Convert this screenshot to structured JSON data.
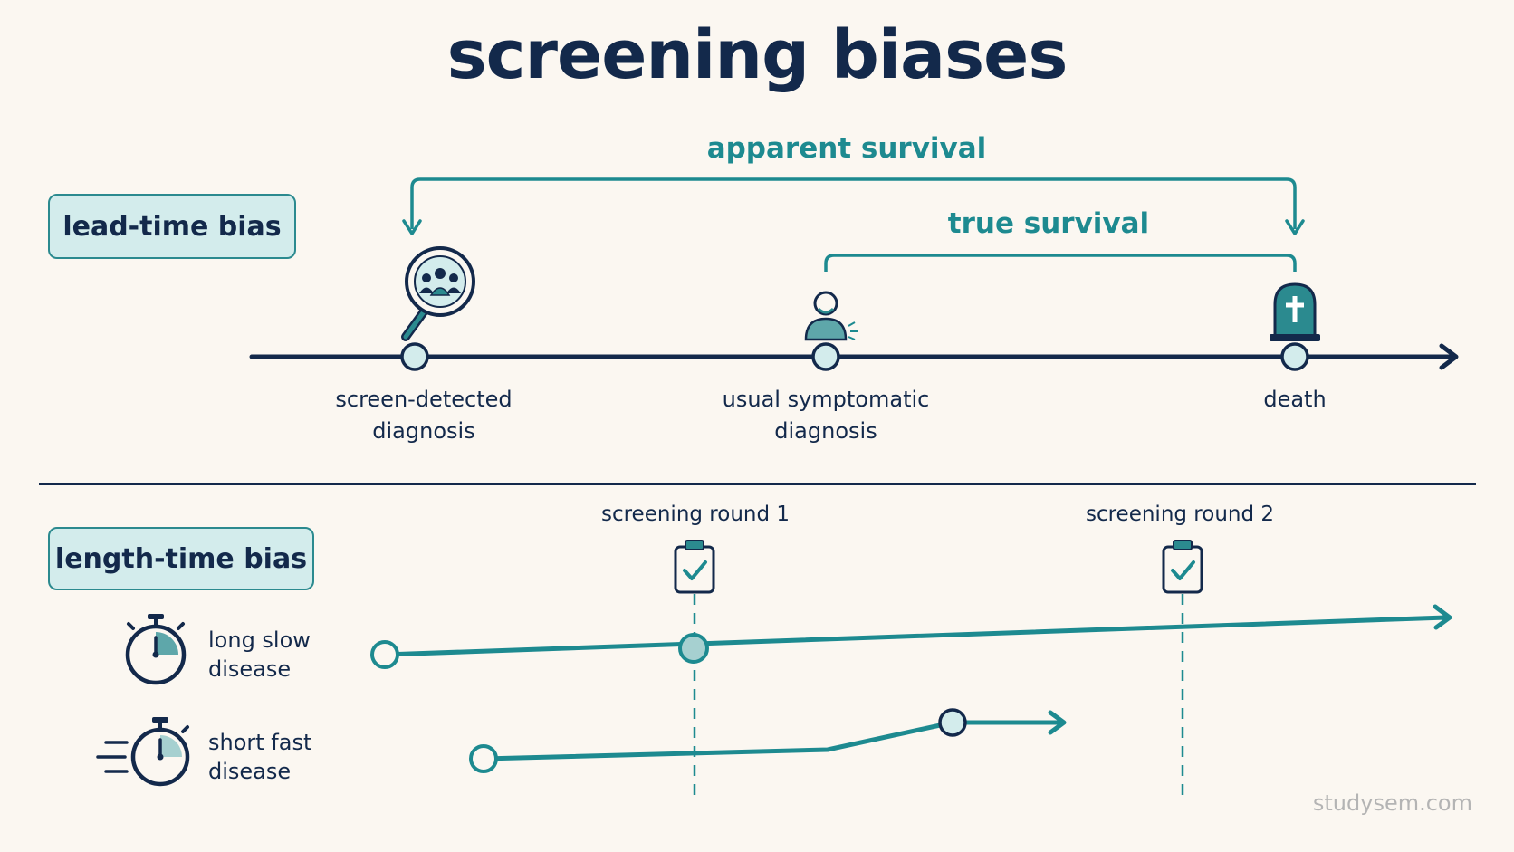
{
  "title": "screening biases",
  "lead_time": {
    "badge": "lead-time bias",
    "apparent_survival": "apparent survival",
    "true_survival": "true survival",
    "events": [
      {
        "line1": "screen-detected",
        "line2": "diagnosis",
        "icon": "magnifier-people-icon"
      },
      {
        "line1": "usual symptomatic",
        "line2": "diagnosis",
        "icon": "symptomatic-person-icon"
      },
      {
        "line1": "death",
        "line2": "",
        "icon": "gravestone-icon"
      }
    ]
  },
  "length_time": {
    "badge": "length-time bias",
    "rounds": [
      "screening round 1",
      "screening round 2"
    ],
    "diseases": [
      {
        "line1": "long slow",
        "line2": "disease",
        "icon": "stopwatch-slow-icon"
      },
      {
        "line1": "short fast",
        "line2": "disease",
        "icon": "stopwatch-fast-icon"
      }
    ]
  },
  "colors": {
    "navy": "#13294b",
    "teal": "#1d8a90",
    "badge_fill": "#d3ecec",
    "background": "#fbf7f1"
  },
  "watermark": "studysem.com"
}
